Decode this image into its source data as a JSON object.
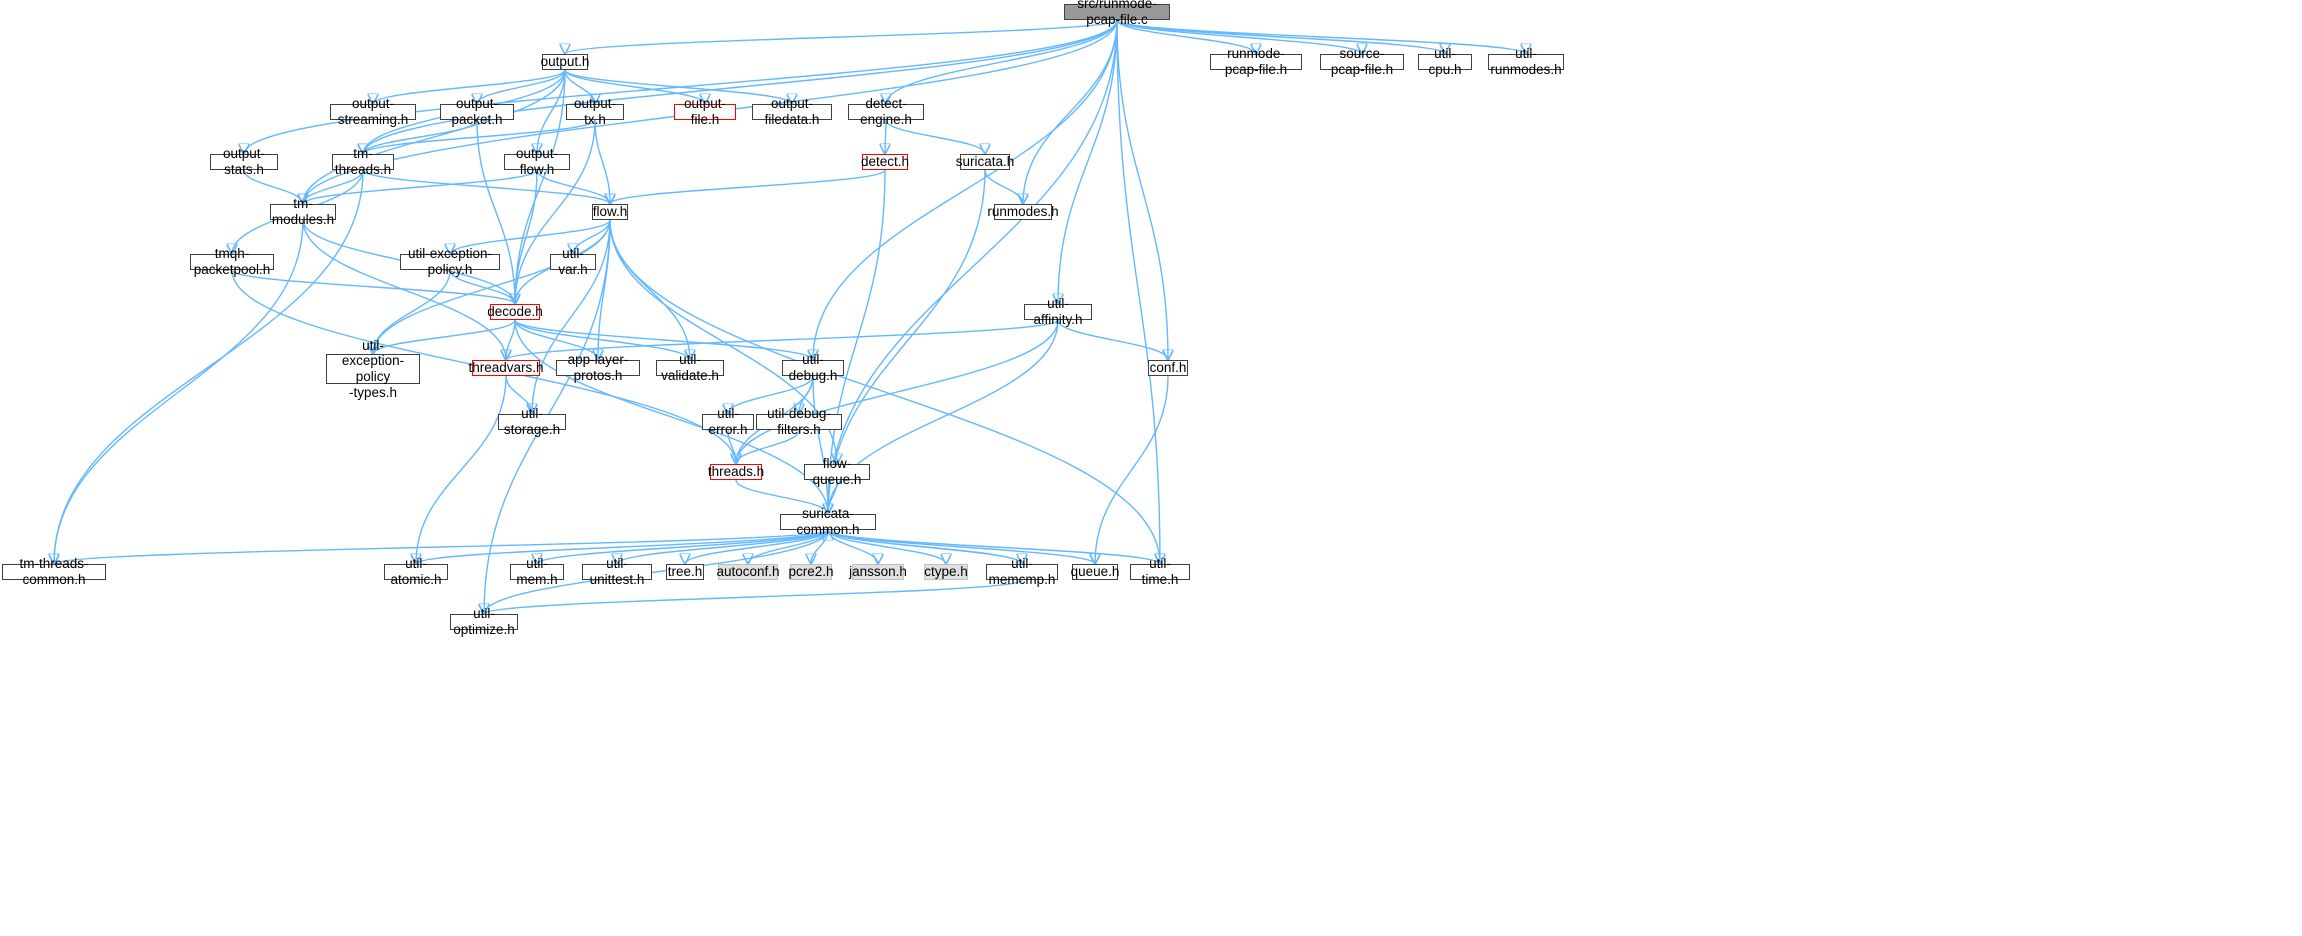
{
  "colors": {
    "edge": "#63b8ff",
    "node_border": "#404040",
    "node_fill": "#ffffff",
    "root_fill": "#999999",
    "system_fill": "#e0e0e0",
    "system_border": "#bfbfbf",
    "truncated_border": "#ff0000"
  },
  "nodes": [
    {
      "id": "root",
      "label": "src/runmode-pcap-file.c",
      "kind": "root"
    },
    {
      "id": "output_h",
      "label": "output.h",
      "kind": "normal"
    },
    {
      "id": "runmode_pcap_file_h",
      "label": "runmode-pcap-file.h",
      "kind": "normal"
    },
    {
      "id": "source_pcap_file_h",
      "label": "source-pcap-file.h",
      "kind": "normal"
    },
    {
      "id": "util_cpu_h",
      "label": "util-cpu.h",
      "kind": "normal"
    },
    {
      "id": "util_runmodes_h",
      "label": "util-runmodes.h",
      "kind": "normal"
    },
    {
      "id": "output_streaming_h",
      "label": "output-streaming.h",
      "kind": "normal"
    },
    {
      "id": "output_packet_h",
      "label": "output-packet.h",
      "kind": "normal"
    },
    {
      "id": "output_tx_h",
      "label": "output-tx.h",
      "kind": "normal"
    },
    {
      "id": "output_file_h",
      "label": "output-file.h",
      "kind": "truncated"
    },
    {
      "id": "output_filedata_h",
      "label": "output-filedata.h",
      "kind": "normal"
    },
    {
      "id": "detect_engine_h",
      "label": "detect-engine.h",
      "kind": "normal"
    },
    {
      "id": "output_stats_h",
      "label": "output-stats.h",
      "kind": "normal"
    },
    {
      "id": "tm_threads_h",
      "label": "tm-threads.h",
      "kind": "normal"
    },
    {
      "id": "output_flow_h",
      "label": "output-flow.h",
      "kind": "normal"
    },
    {
      "id": "detect_h",
      "label": "detect.h",
      "kind": "truncated"
    },
    {
      "id": "suricata_h",
      "label": "suricata.h",
      "kind": "normal"
    },
    {
      "id": "tm_modules_h",
      "label": "tm-modules.h",
      "kind": "normal"
    },
    {
      "id": "flow_h",
      "label": "flow.h",
      "kind": "normal"
    },
    {
      "id": "runmodes_h",
      "label": "runmodes.h",
      "kind": "normal"
    },
    {
      "id": "tmqh_packetpool_h",
      "label": "tmqh-packetpool.h",
      "kind": "normal"
    },
    {
      "id": "util_exception_policy_h",
      "label": "util-exception-policy.h",
      "kind": "normal"
    },
    {
      "id": "util_var_h",
      "label": "util-var.h",
      "kind": "normal"
    },
    {
      "id": "decode_h",
      "label": "decode.h",
      "kind": "truncated"
    },
    {
      "id": "util_affinity_h",
      "label": "util-affinity.h",
      "kind": "normal"
    },
    {
      "id": "util_exception_policy_types_h",
      "label": "util-exception-policy\n-types.h",
      "kind": "normal"
    },
    {
      "id": "threadvars_h",
      "label": "threadvars.h",
      "kind": "truncated"
    },
    {
      "id": "app_layer_protos_h",
      "label": "app-layer-protos.h",
      "kind": "normal"
    },
    {
      "id": "util_validate_h",
      "label": "util-validate.h",
      "kind": "normal"
    },
    {
      "id": "util_debug_h",
      "label": "util-debug.h",
      "kind": "normal"
    },
    {
      "id": "conf_h",
      "label": "conf.h",
      "kind": "normal"
    },
    {
      "id": "util_storage_h",
      "label": "util-storage.h",
      "kind": "normal"
    },
    {
      "id": "util_error_h",
      "label": "util-error.h",
      "kind": "normal"
    },
    {
      "id": "util_debug_filters_h",
      "label": "util-debug-filters.h",
      "kind": "normal"
    },
    {
      "id": "threads_h",
      "label": "threads.h",
      "kind": "truncated"
    },
    {
      "id": "flow_queue_h",
      "label": "flow-queue.h",
      "kind": "normal"
    },
    {
      "id": "suricata_common_h",
      "label": "suricata-common.h",
      "kind": "normal"
    },
    {
      "id": "tm_threads_common_h",
      "label": "tm-threads-common.h",
      "kind": "normal"
    },
    {
      "id": "util_atomic_h",
      "label": "util-atomic.h",
      "kind": "normal"
    },
    {
      "id": "util_mem_h",
      "label": "util-mem.h",
      "kind": "normal"
    },
    {
      "id": "util_unittest_h",
      "label": "util-unittest.h",
      "kind": "normal"
    },
    {
      "id": "tree_h",
      "label": "tree.h",
      "kind": "normal"
    },
    {
      "id": "autoconf_h",
      "label": "autoconf.h",
      "kind": "system"
    },
    {
      "id": "pcre2_h",
      "label": "pcre2.h",
      "kind": "system"
    },
    {
      "id": "jansson_h",
      "label": "jansson.h",
      "kind": "system"
    },
    {
      "id": "ctype_h",
      "label": "ctype.h",
      "kind": "system"
    },
    {
      "id": "util_memcmp_h",
      "label": "util-memcmp.h",
      "kind": "normal"
    },
    {
      "id": "queue_h",
      "label": "queue.h",
      "kind": "normal"
    },
    {
      "id": "util_time_h",
      "label": "util-time.h",
      "kind": "normal"
    },
    {
      "id": "util_optimize_h",
      "label": "util-optimize.h",
      "kind": "normal"
    }
  ],
  "edges": [
    [
      "root",
      "output_h"
    ],
    [
      "root",
      "runmode_pcap_file_h"
    ],
    [
      "root",
      "source_pcap_file_h"
    ],
    [
      "root",
      "util_cpu_h"
    ],
    [
      "root",
      "util_runmodes_h"
    ],
    [
      "root",
      "output_stats_h"
    ],
    [
      "root",
      "tm_threads_h"
    ],
    [
      "root",
      "tm_modules_h"
    ],
    [
      "root",
      "detect_engine_h"
    ],
    [
      "root",
      "util_debug_h"
    ],
    [
      "root",
      "runmodes_h"
    ],
    [
      "root",
      "util_affinity_h"
    ],
    [
      "root",
      "suricata_common_h"
    ],
    [
      "root",
      "conf_h"
    ],
    [
      "root",
      "util_time_h"
    ],
    [
      "output_h",
      "output_streaming_h"
    ],
    [
      "output_h",
      "output_packet_h"
    ],
    [
      "output_h",
      "output_tx_h"
    ],
    [
      "output_h",
      "output_file_h"
    ],
    [
      "output_h",
      "output_filedata_h"
    ],
    [
      "output_h",
      "output_flow_h"
    ],
    [
      "output_h",
      "tm_threads_h"
    ],
    [
      "output_h",
      "tm_modules_h"
    ],
    [
      "output_h",
      "decode_h"
    ],
    [
      "output_packet_h",
      "tm_threads_h"
    ],
    [
      "output_packet_h",
      "decode_h"
    ],
    [
      "output_tx_h",
      "tm_threads_h"
    ],
    [
      "output_tx_h",
      "flow_h"
    ],
    [
      "output_tx_h",
      "decode_h"
    ],
    [
      "output_stats_h",
      "tm_modules_h"
    ],
    [
      "tm_threads_h",
      "tm_modules_h"
    ],
    [
      "tm_threads_h",
      "flow_h"
    ],
    [
      "tm_threads_h",
      "tmqh_packetpool_h"
    ],
    [
      "tm_threads_h",
      "tm_threads_common_h"
    ],
    [
      "output_flow_h",
      "tm_modules_h"
    ],
    [
      "output_flow_h",
      "flow_h"
    ],
    [
      "output_flow_h",
      "decode_h"
    ],
    [
      "detect_engine_h",
      "detect_h"
    ],
    [
      "detect_engine_h",
      "suricata_h"
    ],
    [
      "detect_h",
      "flow_h"
    ],
    [
      "detect_h",
      "suricata_common_h"
    ],
    [
      "suricata_h",
      "runmodes_h"
    ],
    [
      "suricata_h",
      "suricata_common_h"
    ],
    [
      "tm_modules_h",
      "decode_h"
    ],
    [
      "tm_modules_h",
      "threadvars_h"
    ],
    [
      "tm_modules_h",
      "tm_threads_common_h"
    ],
    [
      "tmqh_packetpool_h",
      "decode_h"
    ],
    [
      "tmqh_packetpool_h",
      "threads_h"
    ],
    [
      "flow_h",
      "util_exception_policy_h"
    ],
    [
      "flow_h",
      "util_var_h"
    ],
    [
      "flow_h",
      "decode_h"
    ],
    [
      "flow_h",
      "util_exception_policy_types_h"
    ],
    [
      "flow_h",
      "app_layer_protos_h"
    ],
    [
      "flow_h",
      "util_validate_h"
    ],
    [
      "flow_h",
      "util_storage_h"
    ],
    [
      "flow_h",
      "flow_queue_h"
    ],
    [
      "flow_h",
      "util_time_h"
    ],
    [
      "flow_h",
      "util_optimize_h"
    ],
    [
      "util_exception_policy_h",
      "decode_h"
    ],
    [
      "util_exception_policy_h",
      "util_exception_policy_types_h"
    ],
    [
      "decode_h",
      "util_exception_policy_types_h"
    ],
    [
      "decode_h",
      "threadvars_h"
    ],
    [
      "decode_h",
      "app_layer_protos_h"
    ],
    [
      "decode_h",
      "util_validate_h"
    ],
    [
      "decode_h",
      "util_debug_h"
    ],
    [
      "decode_h",
      "suricata_common_h"
    ],
    [
      "threadvars_h",
      "util_storage_h"
    ],
    [
      "threadvars_h",
      "util_atomic_h"
    ],
    [
      "util_affinity_h",
      "threadvars_h"
    ],
    [
      "util_affinity_h",
      "conf_h"
    ],
    [
      "util_affinity_h",
      "threads_h"
    ],
    [
      "util_affinity_h",
      "suricata_common_h"
    ],
    [
      "util_debug_h",
      "util_error_h"
    ],
    [
      "util_debug_h",
      "util_debug_filters_h"
    ],
    [
      "util_debug_h",
      "threads_h"
    ],
    [
      "util_debug_h",
      "suricata_common_h"
    ],
    [
      "util_error_h",
      "threads_h"
    ],
    [
      "util_debug_filters_h",
      "threads_h"
    ],
    [
      "threads_h",
      "suricata_common_h"
    ],
    [
      "flow_queue_h",
      "suricata_common_h"
    ],
    [
      "conf_h",
      "queue_h"
    ],
    [
      "suricata_common_h",
      "tm_threads_common_h"
    ],
    [
      "suricata_common_h",
      "util_atomic_h"
    ],
    [
      "suricata_common_h",
      "util_mem_h"
    ],
    [
      "suricata_common_h",
      "util_unittest_h"
    ],
    [
      "suricata_common_h",
      "tree_h"
    ],
    [
      "suricata_common_h",
      "autoconf_h"
    ],
    [
      "suricata_common_h",
      "pcre2_h"
    ],
    [
      "suricata_common_h",
      "jansson_h"
    ],
    [
      "suricata_common_h",
      "ctype_h"
    ],
    [
      "suricata_common_h",
      "util_memcmp_h"
    ],
    [
      "suricata_common_h",
      "queue_h"
    ],
    [
      "suricata_common_h",
      "util_time_h"
    ],
    [
      "suricata_common_h",
      "util_optimize_h"
    ],
    [
      "util_memcmp_h",
      "suricata_common_h"
    ],
    [
      "util_memcmp_h",
      "util_optimize_h"
    ]
  ]
}
